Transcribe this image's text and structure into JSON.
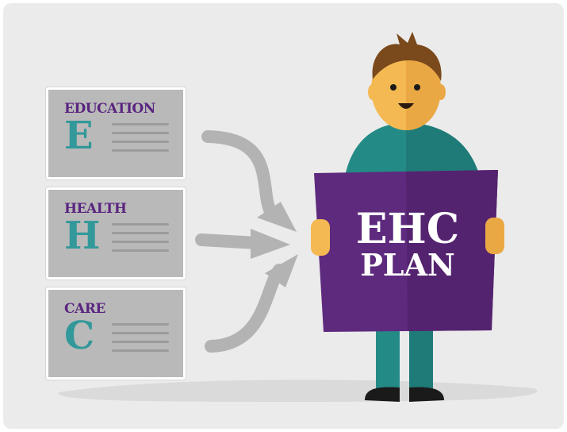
{
  "cards": [
    {
      "title": "EDUCATION",
      "letter": "E"
    },
    {
      "title": "HEALTH",
      "letter": "H"
    },
    {
      "title": "CARE",
      "letter": "C"
    }
  ],
  "board": {
    "line1": "EHC",
    "line2": "PLAN"
  },
  "colors": {
    "purple": "#5a2580",
    "teal": "#33989a",
    "card_gray": "#b9b9b9",
    "skin": "#f4b952",
    "hair": "#7a4a1c",
    "shirt": "#248a86"
  }
}
